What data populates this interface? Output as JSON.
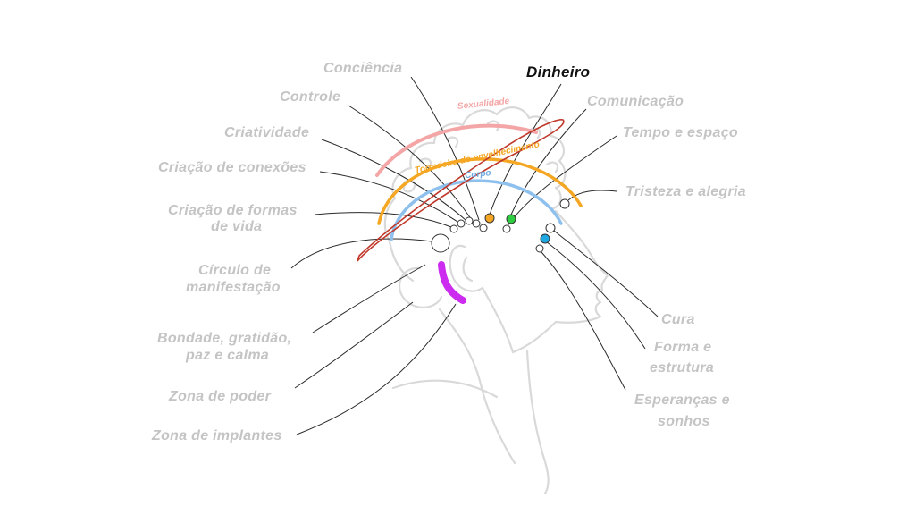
{
  "diagram": {
    "labels": {
      "conciencia": "Conciência",
      "dinheiro": "Dinheiro",
      "controle": "Controle",
      "comunicacao": "Comunicação",
      "criatividade": "Criatividade",
      "tempo_espaco": "Tempo e espaço",
      "criacao_conexoes": "Criação de conexões",
      "tristeza_alegria": "Tristeza e alegria",
      "criacao_formas_1": "Criação de formas",
      "criacao_formas_2": "de vida",
      "circulo_1": "Círculo de",
      "circulo_2": "manifestação",
      "bondade_1": "Bondade, gratidão,",
      "bondade_2": "paz e calma",
      "zona_poder": "Zona de poder",
      "zona_implantes": "Zona de implantes",
      "cura": "Cura",
      "forma_1": "Forma e",
      "forma_2": "estrutura",
      "esperancas_1": "Esperanças e",
      "esperancas_2": "sonhos"
    },
    "arc_labels": {
      "sexualidade": "Sexualidade",
      "torradeira": "Torradeira do envelhecimento",
      "corpo": "Corpo"
    },
    "colors": {
      "label_gray": "#c4c4c4",
      "highlight": "#111111",
      "sexualidade": "#f4a6a6",
      "torradeira": "#f5a623",
      "corpo": "#8ec0ee",
      "ellipse": "#c0392b",
      "dinheiro_dot": "#f5a623",
      "comunicacao_dot": "#2ecc40",
      "cura_dot": "#1ea7e0",
      "zona_poder_bar": "#cc2bf0",
      "head_outline": "#d9d9d9",
      "connector": "#2a2a2a"
    }
  }
}
